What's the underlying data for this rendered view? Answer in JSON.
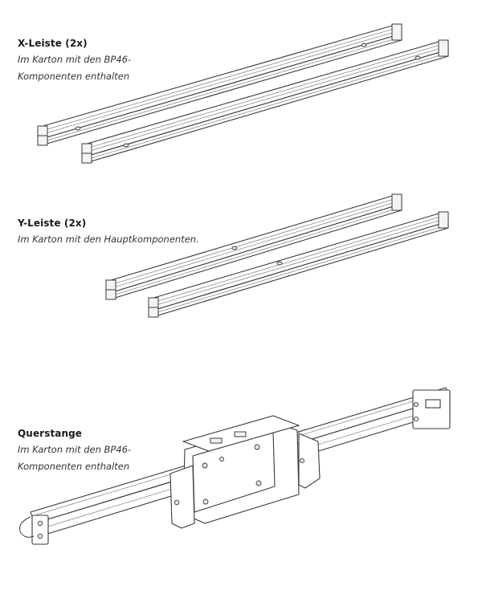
{
  "sections": [
    {
      "title": "X-Leiste (2x)",
      "note_lines": [
        "Im Karton mit den BP46-",
        "Komponenten enthalten"
      ],
      "image": "x-rail-pair"
    },
    {
      "title": "Y-Leiste (2x)",
      "note_lines": [
        "Im Karton mit den Hauptkomponenten."
      ],
      "image": "y-rail-pair"
    },
    {
      "title": "Querstange",
      "note_lines": [
        "Im Karton mit den BP46-",
        "Komponenten enthalten"
      ],
      "image": "crossbar-with-carriage"
    }
  ],
  "colors": {
    "line": "#3a3a3a",
    "groove": "#8a8a8a",
    "text": "#1a1a1a"
  }
}
